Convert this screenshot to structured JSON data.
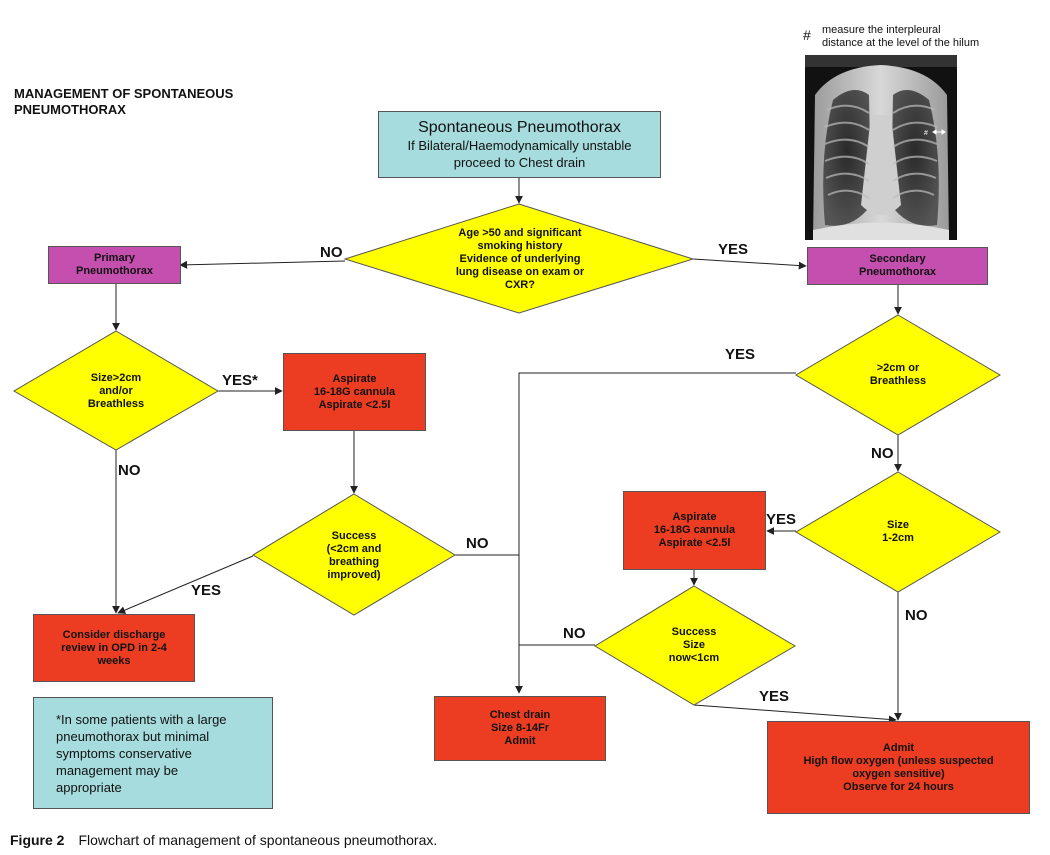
{
  "title": {
    "line1": "MANAGEMENT OF SPONTANEOUS",
    "line2": "PNEUMOTHORAX"
  },
  "start_box": {
    "line1": "Spontaneous Pneumothorax",
    "line2": "If Bilateral/Haemodynamically unstable",
    "line3": "proceed to Chest drain"
  },
  "decision_age": {
    "line1": "Age >50 and significant",
    "line2": "smoking history",
    "line3": "Evidence of underlying",
    "line4": "lung disease on exam or",
    "line5": "CXR?"
  },
  "primary": {
    "line1": "Primary",
    "line2": "Pneumothorax"
  },
  "secondary": {
    "line1": "Secondary",
    "line2": "Pneumothorax"
  },
  "decision_size_primary": {
    "line1": "Size>2cm",
    "line2": "and/or",
    "line3": "Breathless"
  },
  "aspirate_primary": {
    "line1": "Aspirate",
    "line2": "16-18G cannula",
    "line3": "Aspirate <2.5l"
  },
  "decision_success_primary": {
    "line1": "Success",
    "line2": "(<2cm and",
    "line3": "breathing",
    "line4": "improved)"
  },
  "discharge": {
    "line1": "Consider discharge",
    "line2": "review in OPD in 2-4",
    "line3": "weeks"
  },
  "note": {
    "line1": "*In some patients with a large",
    "line2": "pneumothorax but minimal",
    "line3": "symptoms conservative",
    "line4": "management may be",
    "line5": "appropriate"
  },
  "decision_size_secondary": {
    "line1": ">2cm or",
    "line2": "Breathless"
  },
  "decision_size_12": {
    "line1": "Size",
    "line2": "1-2cm"
  },
  "aspirate_secondary": {
    "line1": "Aspirate",
    "line2": "16-18G cannula",
    "line3": "Aspirate <2.5l"
  },
  "decision_success_secondary": {
    "line1": "Success",
    "line2": "Size",
    "line3": "now<1cm"
  },
  "chest_drain": {
    "line1": "Chest drain",
    "line2": "Size 8-14Fr",
    "line3": "Admit"
  },
  "admit": {
    "line1": "Admit",
    "line2": "High flow oxygen (unless suspected",
    "line3": "oxygen sensitive)",
    "line4": "Observe for 24 hours"
  },
  "labels": {
    "no": "NO",
    "yes": "YES",
    "yes_star": "YES*"
  },
  "xray_note": {
    "hash": "#",
    "line1": "measure the interpleural",
    "line2": "distance at the level of the hilum"
  },
  "caption": {
    "figure": "Figure 2",
    "text": "Flowchart of management of spontaneous pneumothorax."
  },
  "colors": {
    "teal": "#a6dcdd",
    "purple": "#c54fae",
    "yellow": "#ffff00",
    "red": "#ec3d22"
  }
}
